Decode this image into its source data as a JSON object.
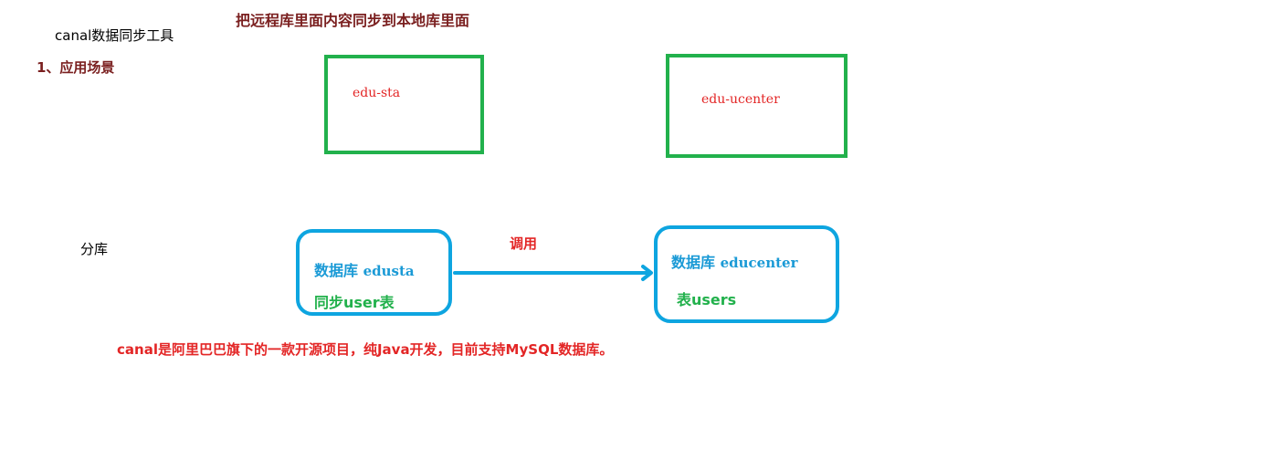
{
  "title_left": "canal数据同步工具",
  "title_top": "把远程库里面内容同步到本地库里面",
  "scene_heading": "1、应用场景",
  "shard_label": "分库",
  "green_boxes": [
    {
      "label": "edu-sta"
    },
    {
      "label": "edu-ucenter"
    }
  ],
  "blue_boxes": [
    {
      "db_prefix": "数据库",
      "db_name": "edusta",
      "detail": "同步user表"
    },
    {
      "db_prefix": "数据库",
      "db_name": "educenter",
      "detail": "表users"
    }
  ],
  "call_label": "调用",
  "note": "canal是阿里巴巴旗下的一款开源项目，纯Java开发，目前支持MySQL数据库。",
  "colors": {
    "green_border": "#22b14c",
    "blue_border": "#0ea5e0",
    "red_text": "#e32626",
    "dark_red_text": "#7a1f1f",
    "blue_text": "#1a9ad6"
  }
}
